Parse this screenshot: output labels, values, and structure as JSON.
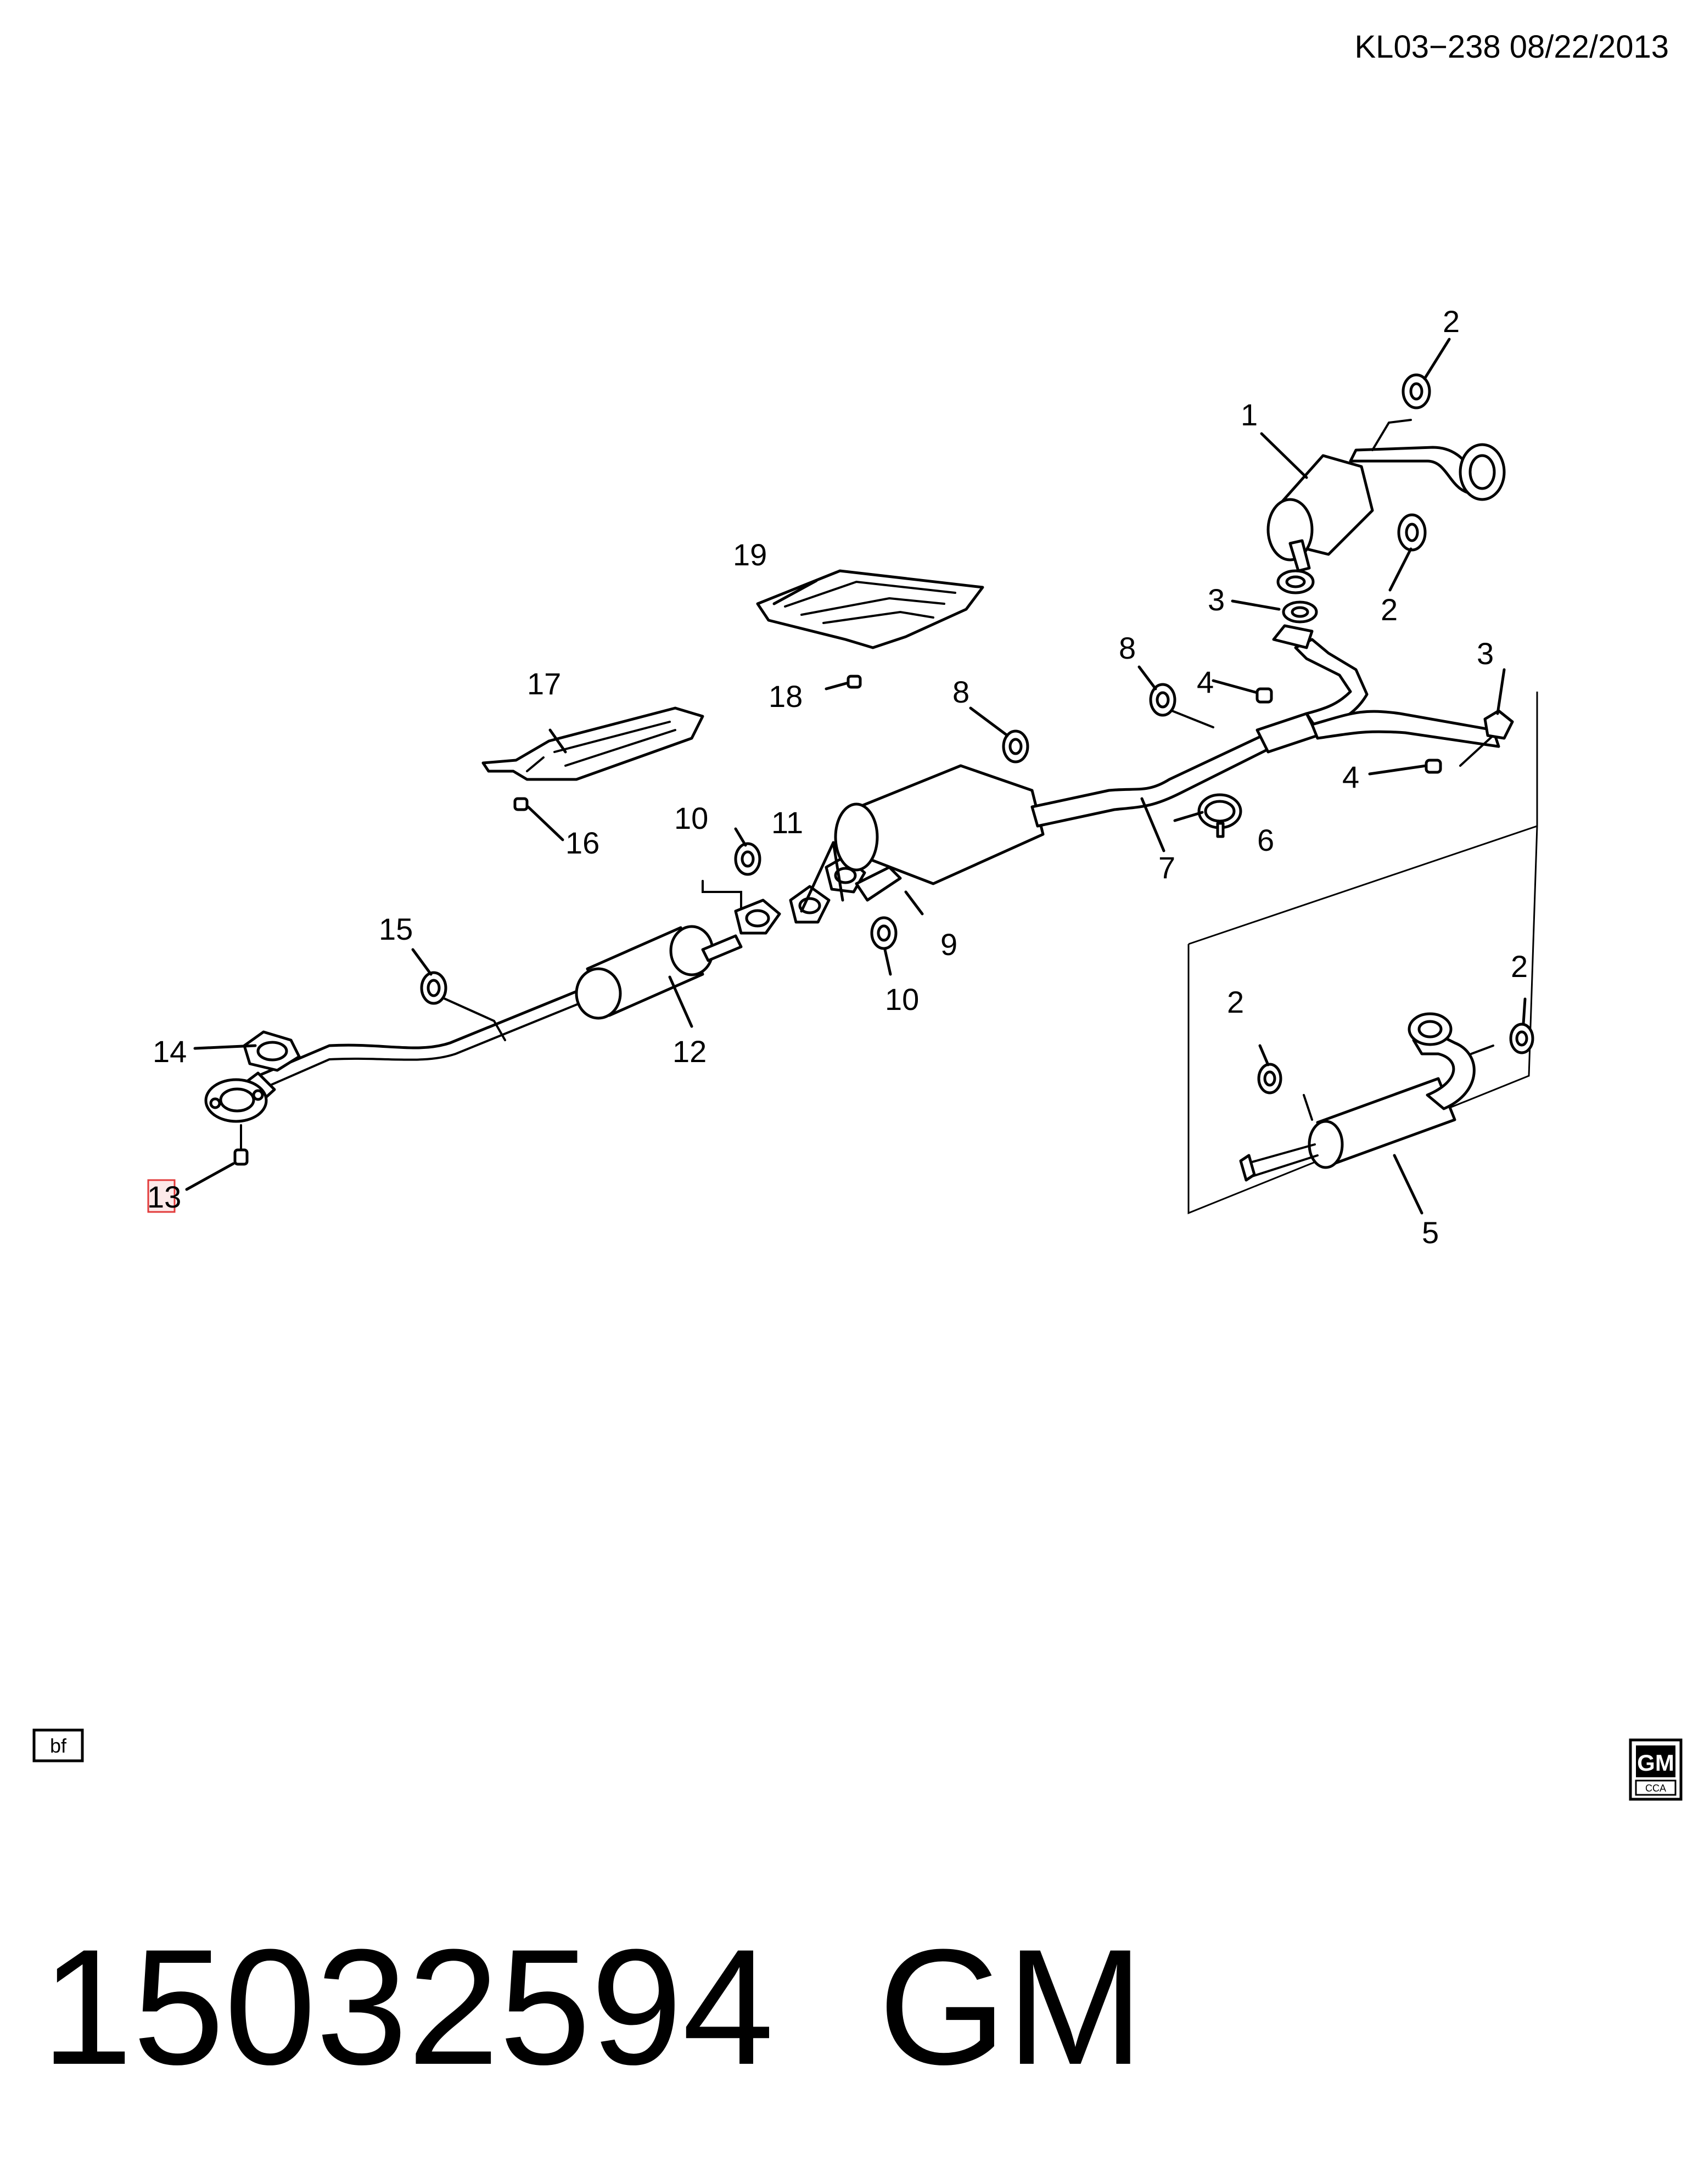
{
  "header": {
    "ref_code": "KL03−238  08/22/2013"
  },
  "callouts": {
    "c1": "1",
    "c2a": "2",
    "c2b": "2",
    "c2c": "2",
    "c2d": "2",
    "c3a": "3",
    "c3b": "3",
    "c4a": "4",
    "c4b": "4",
    "c5": "5",
    "c6": "6",
    "c7": "7",
    "c8a": "8",
    "c8b": "8",
    "c9": "9",
    "c10a": "10",
    "c10b": "10",
    "c11": "11",
    "c12": "12",
    "c13": "13",
    "c14": "14",
    "c15": "15",
    "c16": "16",
    "c17": "17",
    "c18": "18",
    "c19": "19"
  },
  "bf_box": "bf",
  "logo": {
    "top": "GM",
    "bottom": "CCA"
  },
  "footer": {
    "part_number": "15032594",
    "brand": "GM"
  }
}
